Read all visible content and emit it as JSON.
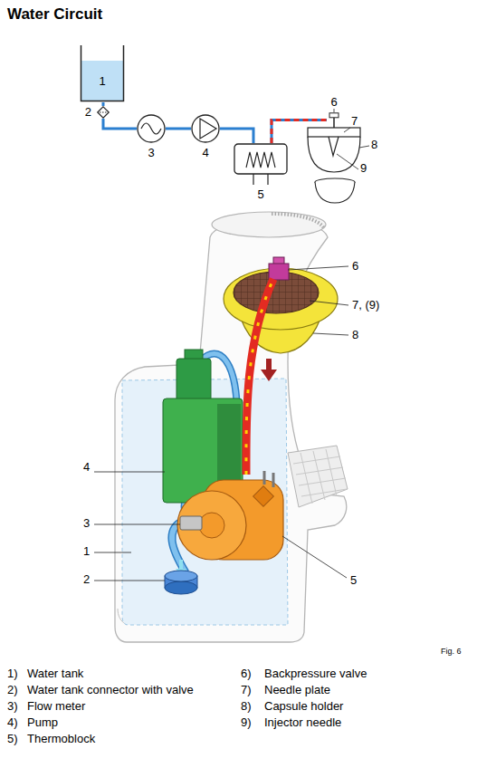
{
  "diagram": {
    "title": "Water Circuit",
    "nodes": [
      {
        "text": [
          "1"
        ]
      },
      {
        "text": [
          "2"
        ]
      },
      {
        "text": [
          "3"
        ]
      },
      {
        "text": [
          "4"
        ]
      },
      {
        "text": [
          "5"
        ]
      },
      {
        "text": [
          "6"
        ]
      }
    ],
    "edges": [
      {
        "from": 0,
        "to": 1,
        "arrow": "none"
      },
      {
        "from": 1,
        "to": 2,
        "arrow": "none"
      },
      {
        "from": 2,
        "to": 3,
        "arrow": "none"
      },
      {
        "from": 3,
        "to": 4,
        "arrow": "none"
      },
      {
        "from": 4,
        "to": 5,
        "arrow": "none"
      }
    ],
    "labels": [
      "7",
      "8",
      "9",
      "6",
      "7, (9)",
      "8",
      "4",
      "3",
      "1",
      "2",
      "5",
      "Fig. 6",
      "1)",
      "Water tank",
      "2)",
      "Water tank connector with valve",
      "3)",
      "Flow meter",
      "4)",
      "Pump",
      "5)",
      "Thermoblock",
      "6)",
      "Backpressure valve",
      "7)",
      "Needle plate",
      "8)",
      "Capsule holder",
      "9)",
      "Injector needle"
    ]
  }
}
